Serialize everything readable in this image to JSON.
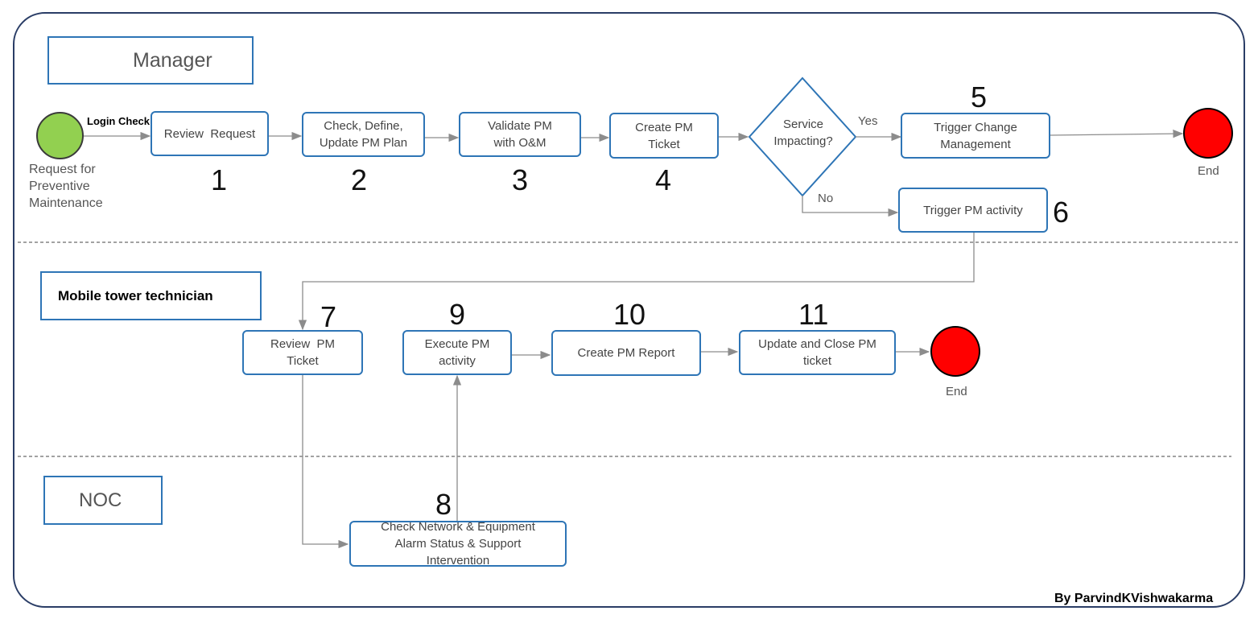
{
  "lanes": {
    "manager": "Manager",
    "technician": "Mobile tower technician",
    "noc": "NOC"
  },
  "start": {
    "label_top": "Login Check",
    "caption": "Request for\nPreventive\nMaintenance"
  },
  "steps": {
    "review_request": "Review  Request",
    "check_define": "Check, Define,\nUpdate PM Plan",
    "validate_pm": "Validate PM\nwith O&M",
    "create_ticket": "Create PM\nTicket",
    "decision": "Service\nImpacting?",
    "yes": "Yes",
    "no": "No",
    "trigger_change": "Trigger Change\nManagement",
    "trigger_pm": "Trigger PM activity",
    "review_ticket": "Review  PM\nTicket",
    "execute_pm": "Execute PM\nactivity",
    "create_report": "Create PM Report",
    "update_close": "Update and Close PM\nticket",
    "check_network": "Check Network & Equipment\nAlarm Status & Support\nIntervention"
  },
  "numbers": {
    "n1": "1",
    "n2": "2",
    "n3": "3",
    "n4": "4",
    "n5": "5",
    "n6": "6",
    "n7": "7",
    "n8": "8",
    "n9": "9",
    "n10": "10",
    "n11": "11"
  },
  "end_label": "End",
  "credit": "By ParvindKVishwakarma",
  "colors": {
    "start": "#92d050",
    "end": "#ff0000",
    "border": "#2e75b6",
    "arrow": "#8c8c8c"
  }
}
